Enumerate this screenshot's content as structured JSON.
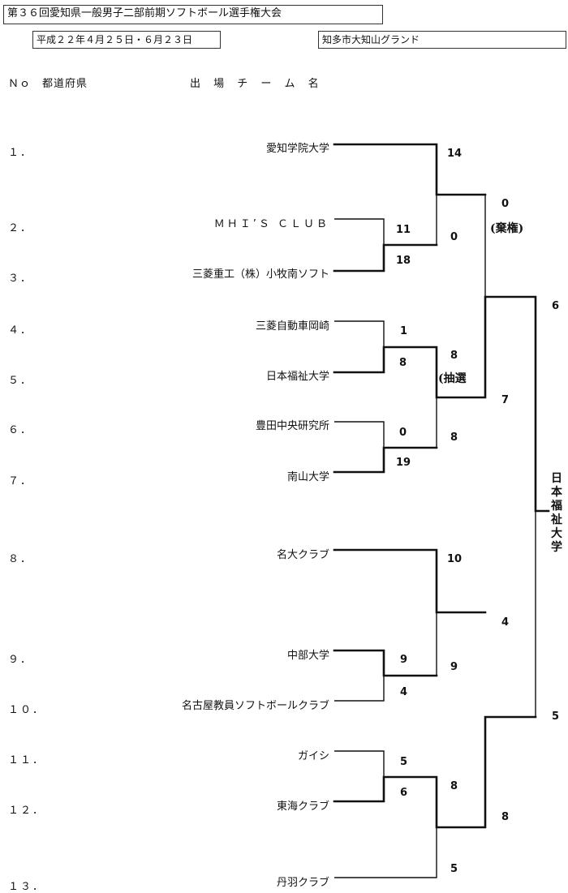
{
  "header": {
    "title": "第３６回愛知県一般男子二部前期ソフトボール選手権大会",
    "dates": "平成２２年４月２５日・６月２３日",
    "venue": "知多市大知山グランド"
  },
  "columns": {
    "no": "Ｎｏ",
    "prefecture": "都道府県",
    "team": "出 場 チ ー ム 名"
  },
  "teams": [
    {
      "no": "１．",
      "name": "愛知学院大学"
    },
    {
      "no": "２．",
      "name": "ＭＨＩ’Ｓ ＣＬＵＢ"
    },
    {
      "no": "３．",
      "name": "三菱重工（株）小牧南ソフト"
    },
    {
      "no": "４．",
      "name": "三菱自動車岡崎"
    },
    {
      "no": "５．",
      "name": "日本福祉大学"
    },
    {
      "no": "６．",
      "name": "豊田中央研究所"
    },
    {
      "no": "７．",
      "name": "南山大学"
    },
    {
      "no": "８．",
      "name": "名大クラブ"
    },
    {
      "no": "９．",
      "name": "中部大学"
    },
    {
      "no": "１０．",
      "name": "名古屋教員ソフトボールクラブ"
    },
    {
      "no": "１１．",
      "name": "ガイシ"
    },
    {
      "no": "１２．",
      "name": "東海クラブ"
    },
    {
      "no": "１３．",
      "name": "丹羽クラブ"
    }
  ],
  "scores": {
    "r1_2": "11",
    "r1_3": "18",
    "r1_4": "1",
    "r1_5": "8",
    "r1_6": "0",
    "r1_7": "19",
    "r1_9": "9",
    "r1_10": "4",
    "r1_11": "5",
    "r1_12": "6",
    "r2_1": "14",
    "r2_23": "0",
    "r2_45": "8",
    "r2_67": "8",
    "r2_8": "10",
    "r2_910": "9",
    "r2_1112": "8",
    "r2_13": "5",
    "sf_top_a": "0",
    "sf_top_b": "7",
    "sf_bot_a": "4",
    "sf_bot_b": "8",
    "final_top": "6",
    "final_bot": "5"
  },
  "notes": {
    "forfeit": "(棄権)",
    "lottery": "(抽選"
  },
  "champion": "日本福祉大学"
}
